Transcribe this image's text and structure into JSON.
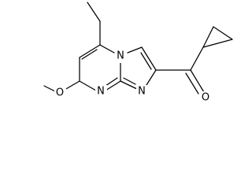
{
  "molecule": {
    "atoms": {
      "n_bridgehead": "N",
      "n_imidazole": "N",
      "n_pyrimidine": "N",
      "o_methoxy": "O",
      "o_carbonyl": "O"
    }
  },
  "colors": {
    "bond": "#000000",
    "background": "#ffffff"
  }
}
